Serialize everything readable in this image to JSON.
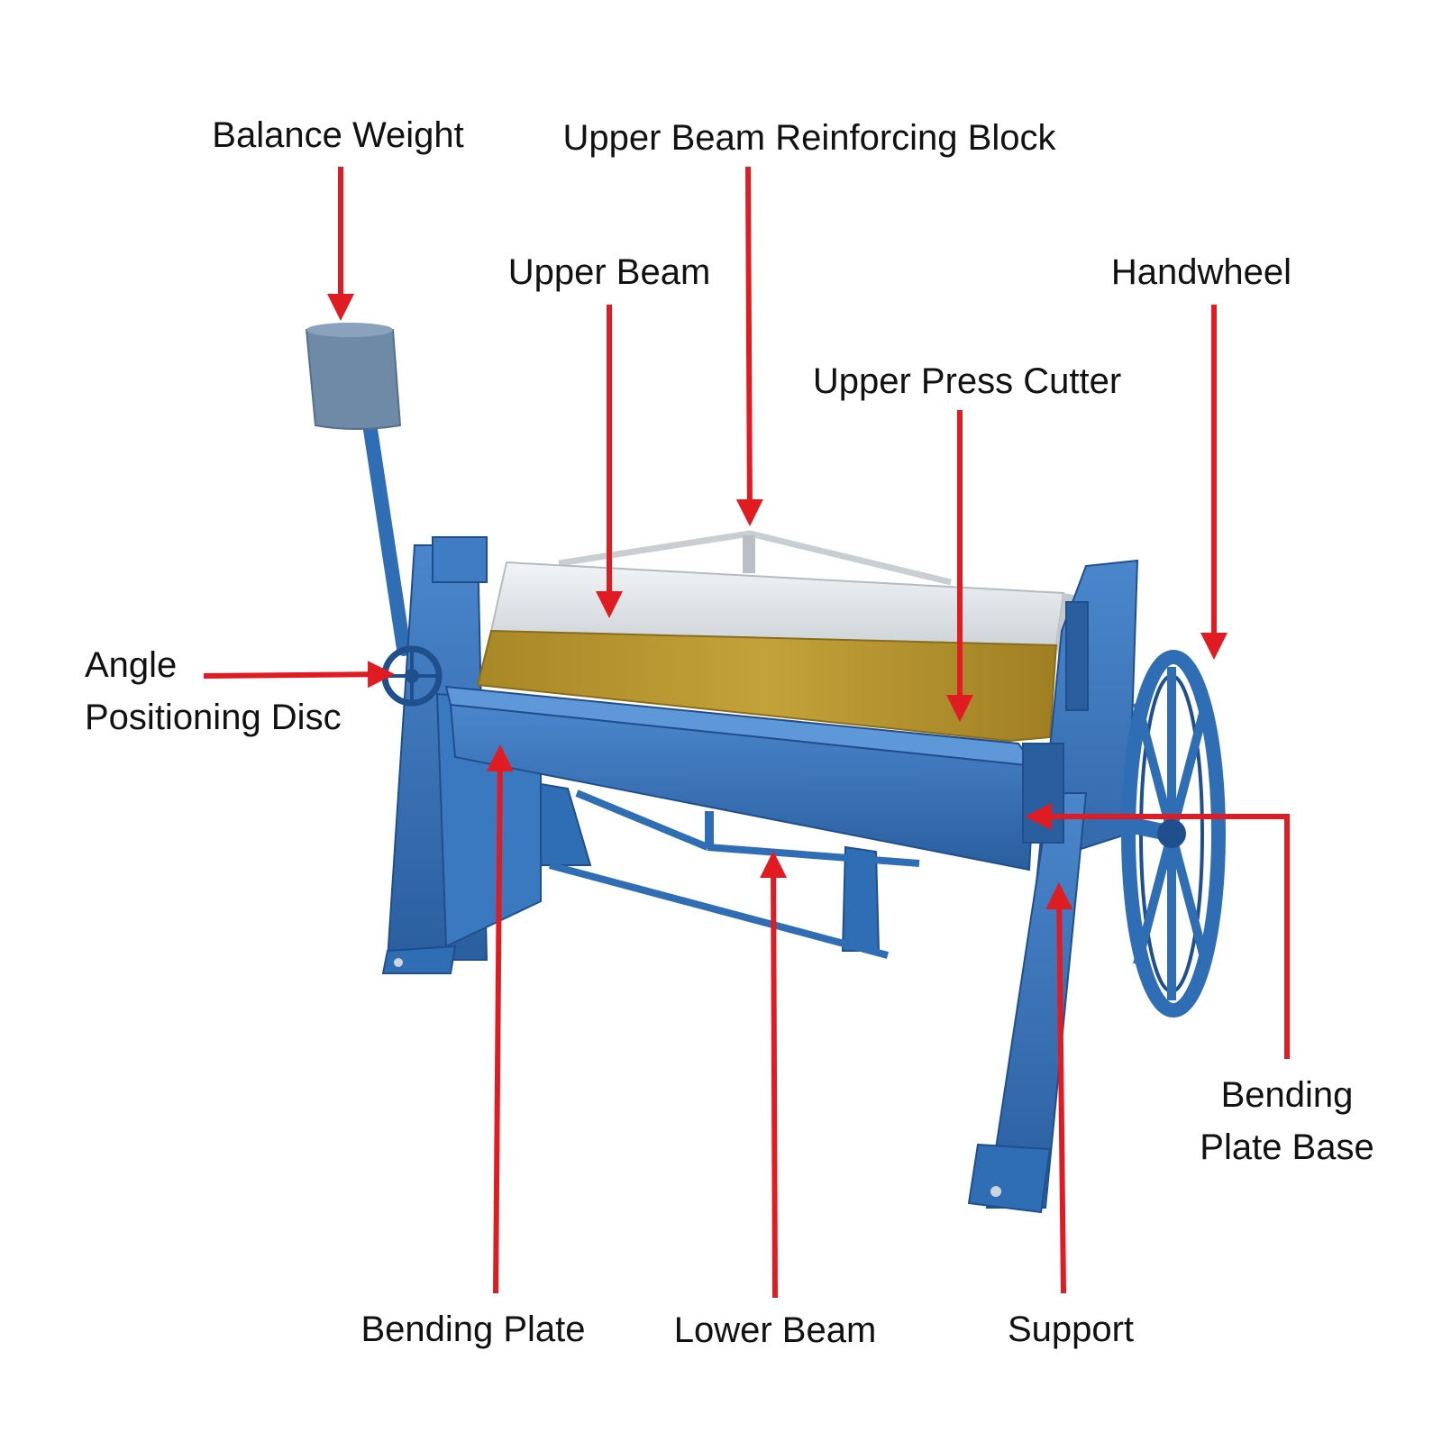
{
  "colors": {
    "arrow": "#e11b22",
    "machine_body": "#2f6db5",
    "machine_dark": "#1f4f8c",
    "machine_light": "#4b86cc",
    "upper_beam": "#e4e7ea",
    "cutter_face": "#b7962b",
    "weight": "#6f8aa6",
    "text": "#111111"
  },
  "labels": {
    "balance_weight": "Balance Weight",
    "upper_beam_reinforcing_block": "Upper Beam Reinforcing Block",
    "upper_beam": "Upper Beam",
    "handwheel": "Handwheel",
    "upper_press_cutter": "Upper Press Cutter",
    "angle_positioning_disc": [
      "Angle",
      "Positioning Disc"
    ],
    "bending_plate_base": [
      "Bending",
      "Plate Base"
    ],
    "bending_plate": "Bending Plate",
    "lower_beam": "Lower Beam",
    "support": "Support"
  }
}
